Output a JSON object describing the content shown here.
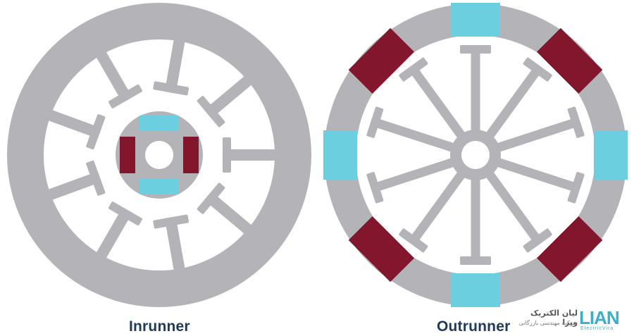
{
  "labels": {
    "inrunner": "Inrunner",
    "outrunner": "Outrunner"
  },
  "logo": {
    "wordmark": "LIAN",
    "tagline": "ElectricVira",
    "company_fa": "لیان الکتریک ویرا",
    "subtitle_fa": "شرکت مهندسی بازرگانی"
  },
  "colors": {
    "steel": "#b4b4b8",
    "magnet_red": "#82162c",
    "magnet_cyan": "#6ccfe0",
    "background": "#ffffff",
    "label_text": "#1e3a5c",
    "logo_accent": "#3ab0c8"
  },
  "diagrams": {
    "inrunner": {
      "stator_teeth": 9,
      "rotor_magnets": 4
    },
    "outrunner": {
      "stator_teeth": 10,
      "rotor_magnets": 8
    }
  }
}
